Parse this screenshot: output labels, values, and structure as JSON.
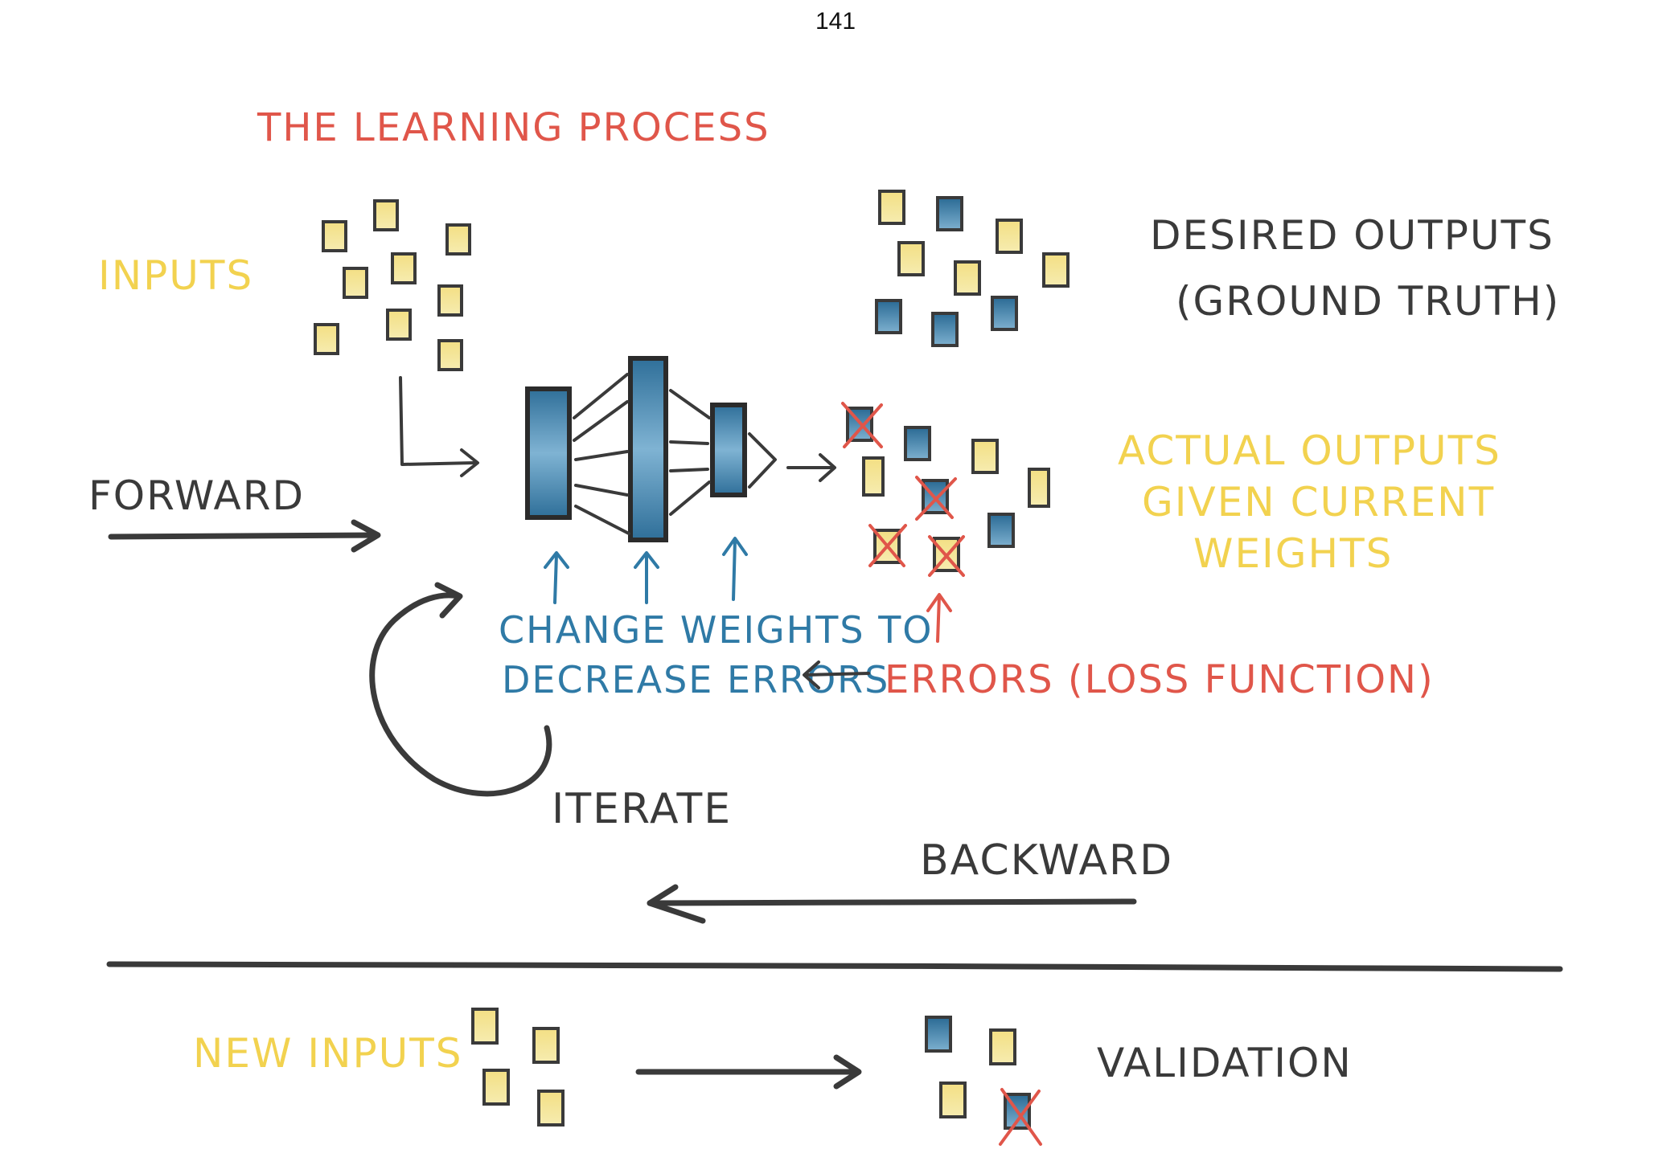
{
  "page_number": "141",
  "title": "THE LEARNING PROCESS",
  "labels": {
    "inputs": "INPUTS",
    "desired_outputs": "DESIRED OUTPUTS",
    "ground_truth": "(GROUND TRUTH)",
    "forward": "FORWARD",
    "actual_outputs_line1": "ACTUAL OUTPUTS",
    "actual_outputs_line2": "GIVEN CURRENT",
    "actual_outputs_line3": "WEIGHTS",
    "change_weights_line1": "CHANGE WEIGHTS TO",
    "change_weights_line2": "DECREASE ERRORS",
    "errors": "ERRORS (LOSS FUNCTION)",
    "iterate": "ITERATE",
    "backward": "BACKWARD",
    "new_inputs": "NEW INPUTS",
    "validation": "VALIDATION"
  },
  "colors": {
    "title": "#e0564a",
    "inputs": "#f2d24f",
    "outputs": "#2f7aa6",
    "errors": "#e0564a",
    "ink": "#3a3a3a"
  }
}
